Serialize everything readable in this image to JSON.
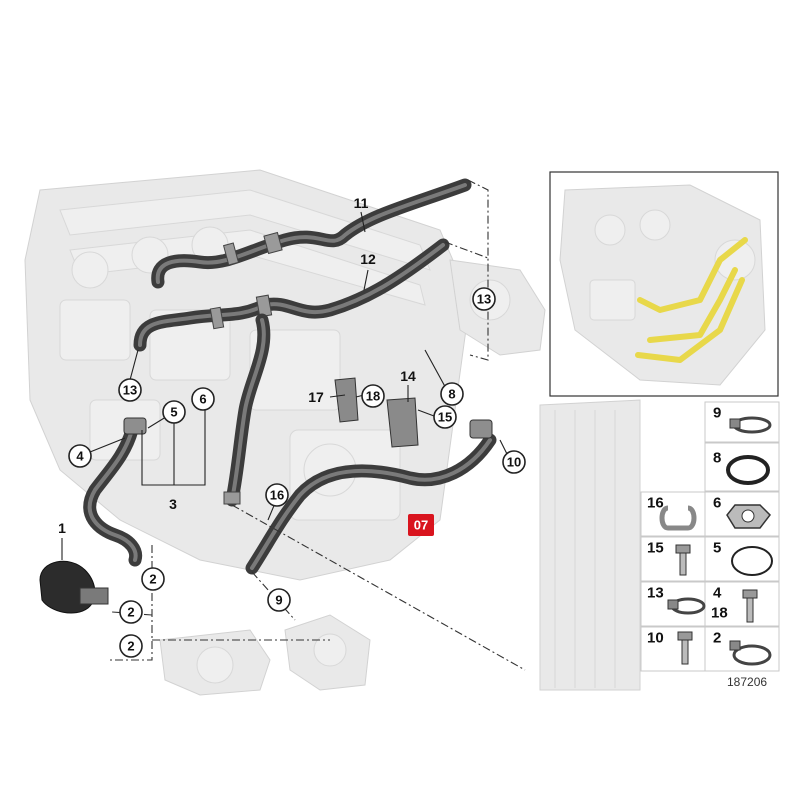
{
  "callouts": {
    "c13_left": "13",
    "c13_right": "13",
    "c4": "4",
    "c5": "5",
    "c6": "6",
    "c8": "8",
    "c15": "15",
    "c10": "10",
    "c16": "16",
    "c18": "18",
    "c9": "9",
    "c2_a": "2",
    "c2_b": "2",
    "c2_c": "2"
  },
  "labels": {
    "l11": "11",
    "l12": "12",
    "l17": "17",
    "l14": "14",
    "l3": "3",
    "l1": "1"
  },
  "badge": {
    "text": "07",
    "color": "#d9141e"
  },
  "legend": {
    "cells": [
      {
        "id": "9",
        "icon": "hose-clamp-icon"
      },
      {
        "id": "8",
        "icon": "o-ring-icon"
      },
      {
        "id": "16",
        "icon": "bracket-clip-icon"
      },
      {
        "id": "6",
        "icon": "gasket-icon"
      },
      {
        "id": "15",
        "icon": "bolt-icon"
      },
      {
        "id": "5",
        "icon": "o-ring-icon"
      },
      {
        "id": "13",
        "icon": "hose-clamp-icon"
      },
      {
        "id": "4",
        "icon": "bolt-icon"
      },
      {
        "id": "18",
        "icon": "bolt-icon"
      },
      {
        "id": "10",
        "icon": "bolt-icon"
      },
      {
        "id": "2",
        "icon": "hose-clamp-icon"
      }
    ]
  },
  "reference_number": "187206",
  "inset": {
    "highlight_color": "#e8d84a"
  }
}
